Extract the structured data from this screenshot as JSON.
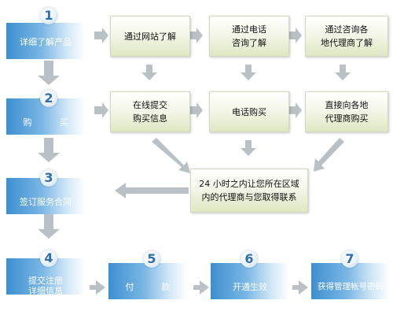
{
  "colors": {
    "step_blue": "#3e8fd0",
    "arrow_gray": "#b9c0c6",
    "box_cream": "#f6f8ec"
  },
  "steps": [
    {
      "number": "1",
      "label": "详细了解产品"
    },
    {
      "number": "2",
      "label": "购          买"
    },
    {
      "number": "3",
      "label": "签订服务合同"
    },
    {
      "number": "4",
      "label": "提交注册\n详细信息"
    },
    {
      "number": "5",
      "label": "付          款"
    },
    {
      "number": "6",
      "label": "开通生效"
    },
    {
      "number": "7",
      "label": "获得管理帐号密码"
    }
  ],
  "boxes": {
    "website": "通过网站了解",
    "phone_consult": "通过电话\n咨询了解",
    "agent_consult": "通过咨询各\n地代理商了解",
    "online_submit": "在线提交\n购买信息",
    "phone_buy": "电话购买",
    "agent_buy": "直接向各地\n代理商购买",
    "contact": "24 小时之内让您所在区域\n内的代理商与您取得联系"
  }
}
